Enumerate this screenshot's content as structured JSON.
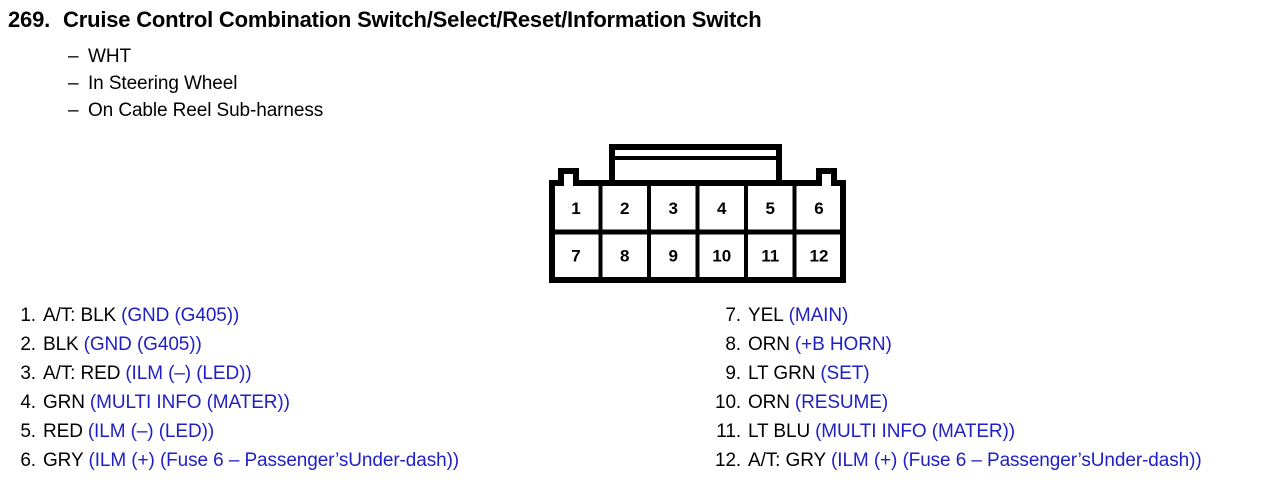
{
  "header": {
    "number": "269.",
    "title": "Cruise Control Combination Switch/Select/Reset/Information Switch",
    "dash": "–",
    "notes": [
      "WHT",
      "In Steering Wheel",
      "On Cable Reel Sub-harness"
    ]
  },
  "connector": {
    "name": "12-pin-connector",
    "rows": [
      [
        "1",
        "2",
        "3",
        "4",
        "5",
        "6"
      ],
      [
        "7",
        "8",
        "9",
        "10",
        "11",
        "12"
      ]
    ]
  },
  "colors": {
    "description_blue": "#1f1fc4",
    "text_black": "#000000",
    "background": "#ffffff"
  },
  "pins": {
    "left": [
      {
        "index": "1.",
        "wire": "A/T: BLK",
        "desc": "(GND (G405))"
      },
      {
        "index": "2.",
        "wire": "BLK",
        "desc": "(GND (G405))"
      },
      {
        "index": "3.",
        "wire": "A/T: RED",
        "desc": "(ILM (–) (LED))"
      },
      {
        "index": "4.",
        "wire": "GRN",
        "desc": "(MULTI INFO (MATER))"
      },
      {
        "index": "5.",
        "wire": "RED",
        "desc": "(ILM (–) (LED))"
      },
      {
        "index": "6.",
        "wire": "GRY",
        "desc": "(ILM (+) (Fuse 6 – Passenger’sUnder-dash))"
      }
    ],
    "right": [
      {
        "index": "7.",
        "wire": "YEL",
        "desc": "(MAIN)"
      },
      {
        "index": "8.",
        "wire": "ORN",
        "desc": "(+B HORN)"
      },
      {
        "index": "9.",
        "wire": "LT GRN",
        "desc": "(SET)"
      },
      {
        "index": "10.",
        "wire": "ORN",
        "desc": "(RESUME)"
      },
      {
        "index": "11.",
        "wire": "LT BLU",
        "desc": "(MULTI INFO (MATER))"
      },
      {
        "index": "12.",
        "wire": "A/T: GRY",
        "desc": "(ILM (+) (Fuse 6 – Passenger’sUnder-dash))"
      }
    ]
  }
}
